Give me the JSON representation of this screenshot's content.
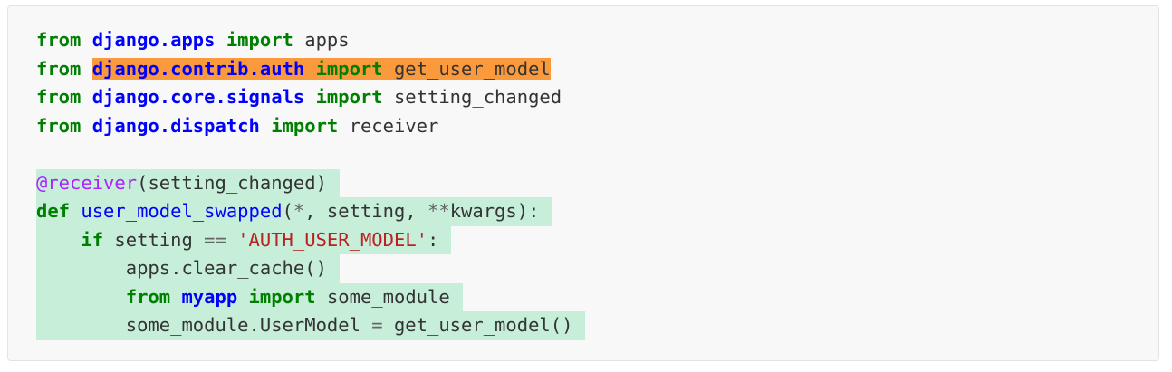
{
  "code": {
    "lines": [
      {
        "kw1": "from",
        "mod": "django.apps",
        "kw2": "import",
        "name": "apps"
      },
      {
        "kw1": "from",
        "mod": "django.contrib.auth",
        "kw2": "import",
        "name": "get_user_model"
      },
      {
        "kw1": "from",
        "mod": "django.core.signals",
        "kw2": "import",
        "name": "setting_changed"
      },
      {
        "kw1": "from",
        "mod": "django.dispatch",
        "kw2": "import",
        "name": "receiver"
      },
      {},
      {
        "decorator": "@receiver",
        "paren_open": "(",
        "arg": "setting_changed",
        "paren_close": ")"
      },
      {
        "kw": "def",
        "func": "user_model_swapped",
        "p1": "(",
        "star": "*",
        "p2": ", setting, ",
        "dstar": "**",
        "p3": "kwargs):"
      },
      {
        "indent": "    ",
        "kw": "if",
        "name": " setting ",
        "op": "==",
        "sp": " ",
        "str": "'AUTH_USER_MODEL'",
        "tail": ":"
      },
      {
        "indent": "        ",
        "text": "apps.clear_cache()"
      },
      {
        "indent": "        ",
        "kw1": "from",
        "mod": "myapp",
        "kw2": "import",
        "name": "some_module"
      },
      {
        "indent": "        ",
        "text1": "some_module.UserModel ",
        "op": "=",
        "text2": " get_user_model()"
      }
    ]
  },
  "colors": {
    "background": "#f8f8f8",
    "keyword": "#008000",
    "module": "#0000ff",
    "decorator": "#aa22ff",
    "string": "#ba2121",
    "line_highlight": "#c6eed9",
    "search_highlight": "#fb9a3c"
  }
}
